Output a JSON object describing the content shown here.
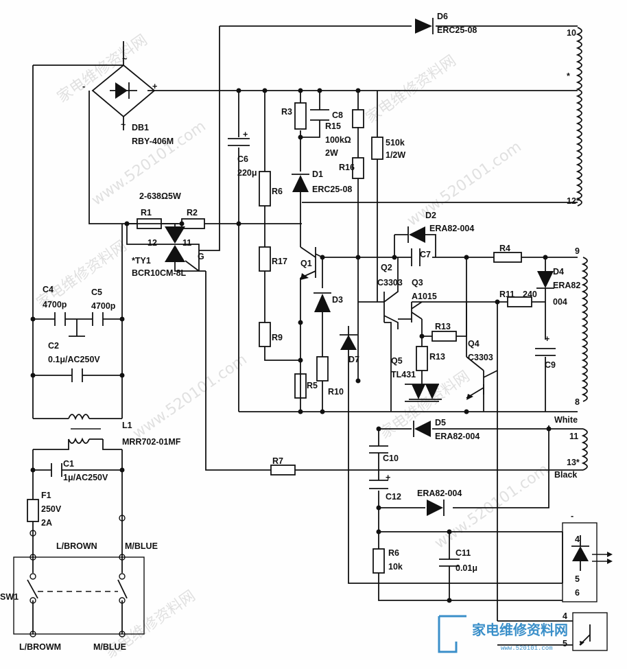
{
  "components": {
    "d6": {
      "ref": "D6",
      "part": "ERC25-08"
    },
    "db1": {
      "ref": "DB1",
      "part": "RBY-406M",
      "ac1": "~",
      "ac2": "~",
      "neg": "-",
      "pos": "+"
    },
    "c6": {
      "ref": "C6",
      "value": "220μ",
      "pol": "+"
    },
    "r3": {
      "ref": "R3"
    },
    "c8": {
      "ref": "C8"
    },
    "r15": {
      "ref": "R15",
      "value": "100kΩ",
      "rating": "2W"
    },
    "r16": {
      "ref": "R16"
    },
    "r_510k": {
      "value": "510k",
      "rating": "1/2W"
    },
    "d1": {
      "ref": "D1",
      "part": "ERC25-08"
    },
    "r6_top": {
      "ref": "R6"
    },
    "r1r2_rating": "2-638Ω5W",
    "r1": {
      "ref": "R1"
    },
    "r2": {
      "ref": "R2"
    },
    "ty1": {
      "ref": "*TY1",
      "part": "BCR10CM-8L",
      "pin12": "12",
      "pin11": "11",
      "gate": "G"
    },
    "d2": {
      "ref": "D2",
      "part": "ERA82-004"
    },
    "r17": {
      "ref": "R17"
    },
    "q1": {
      "ref": "Q1"
    },
    "q2": {
      "ref": "Q2",
      "part": "C3303"
    },
    "c7": {
      "ref": "C7"
    },
    "r4": {
      "ref": "R4"
    },
    "d4": {
      "ref": "D4",
      "part": "ERA82",
      "part2": "004"
    },
    "q3": {
      "ref": "Q3",
      "part": "A1015"
    },
    "r11": {
      "ref": "R11",
      "value": "240"
    },
    "d3": {
      "ref": "D3"
    },
    "r13a": {
      "ref": "R13"
    },
    "r13b": {
      "ref": "R13"
    },
    "c4": {
      "ref": "C4",
      "value": "4700p"
    },
    "c5": {
      "ref": "C5",
      "value": "4700p"
    },
    "c2": {
      "ref": "C2",
      "value": "0.1μ/AC250V"
    },
    "r9": {
      "ref": "R9"
    },
    "d7": {
      "ref": "D7"
    },
    "q4": {
      "ref": "Q4",
      "part": "C3303"
    },
    "c9": {
      "ref": "C9",
      "pol": "+"
    },
    "q5": {
      "ref": "Q5",
      "part": "TL431"
    },
    "r5": {
      "ref": "R5"
    },
    "r10": {
      "ref": "R10"
    },
    "l1": {
      "ref": "L1",
      "part": "MRR702-01MF"
    },
    "d5": {
      "ref": "D5",
      "part": "ERA82-004"
    },
    "c10": {
      "ref": "C10"
    },
    "c1": {
      "ref": "C1",
      "value": "1μ/AC250V"
    },
    "r7": {
      "ref": "R7"
    },
    "c12": {
      "ref": "C12",
      "pol": "+"
    },
    "d_c12": {
      "part": "ERA82-004"
    },
    "f1": {
      "ref": "F1",
      "value": "250V",
      "rating": "2A"
    },
    "r6_bot": {
      "ref": "R6",
      "value": "10k"
    },
    "c11": {
      "ref": "C11",
      "value": "0.01μ"
    },
    "sw1": {
      "ref": "SW1"
    }
  },
  "transformer": {
    "pin10": "10",
    "star": "*",
    "pin12": "12*",
    "pin9": "9",
    "pin8": "8",
    "white": "White",
    "pin11": "11",
    "pin13": "13*",
    "black": "Black"
  },
  "connector": {
    "minus": "-",
    "pin4": "4",
    "pin5": "5",
    "pin6": "6"
  },
  "opto": {
    "pin4": "4",
    "pin5": "5"
  },
  "mains": {
    "l_brown_top": "L/BROWN",
    "m_blue_top": "M/BLUE",
    "l_brown_bottom": "L/BROWM",
    "m_blue_bottom": "M/BLUE"
  },
  "watermark": {
    "text1": "家电维修资料网",
    "text2": "www.520101.com"
  },
  "logo": {
    "text": "家电维修资料网",
    "sub": "www.520101.com"
  }
}
